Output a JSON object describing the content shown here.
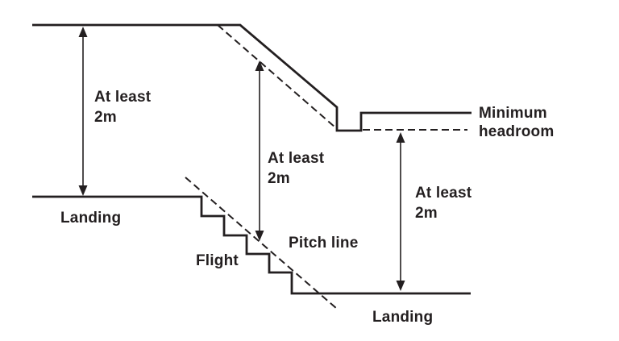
{
  "page": {
    "background_color": "#ffffff",
    "ink_color": "#231f20"
  },
  "diagram": {
    "subject": "stair-headroom-requirements",
    "dimension_labels": [
      {
        "line1": "At least",
        "line2": "2m"
      },
      {
        "line1": "At least",
        "line2": "2m"
      },
      {
        "line1": "At least",
        "line2": "2m"
      }
    ],
    "part_labels": {
      "upper_landing": "Landing",
      "flight": "Flight",
      "pitch_line": "Pitch line",
      "lower_landing": "Landing"
    },
    "legend": {
      "minimum_headroom_line1": "Minimum",
      "minimum_headroom_line2": "headroom"
    }
  }
}
